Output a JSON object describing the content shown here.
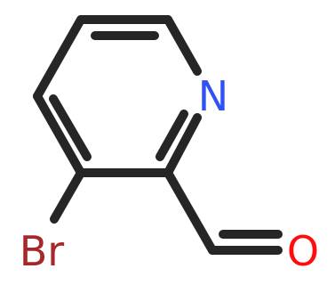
{
  "molecule": {
    "atoms": {
      "nitrogen": {
        "label": "N",
        "color": "#3050F8"
      },
      "bromine": {
        "label": "Br",
        "color": "#A62929"
      },
      "oxygen": {
        "label": "O",
        "color": "#FF0D0D"
      }
    },
    "bond_color": "#262626"
  }
}
